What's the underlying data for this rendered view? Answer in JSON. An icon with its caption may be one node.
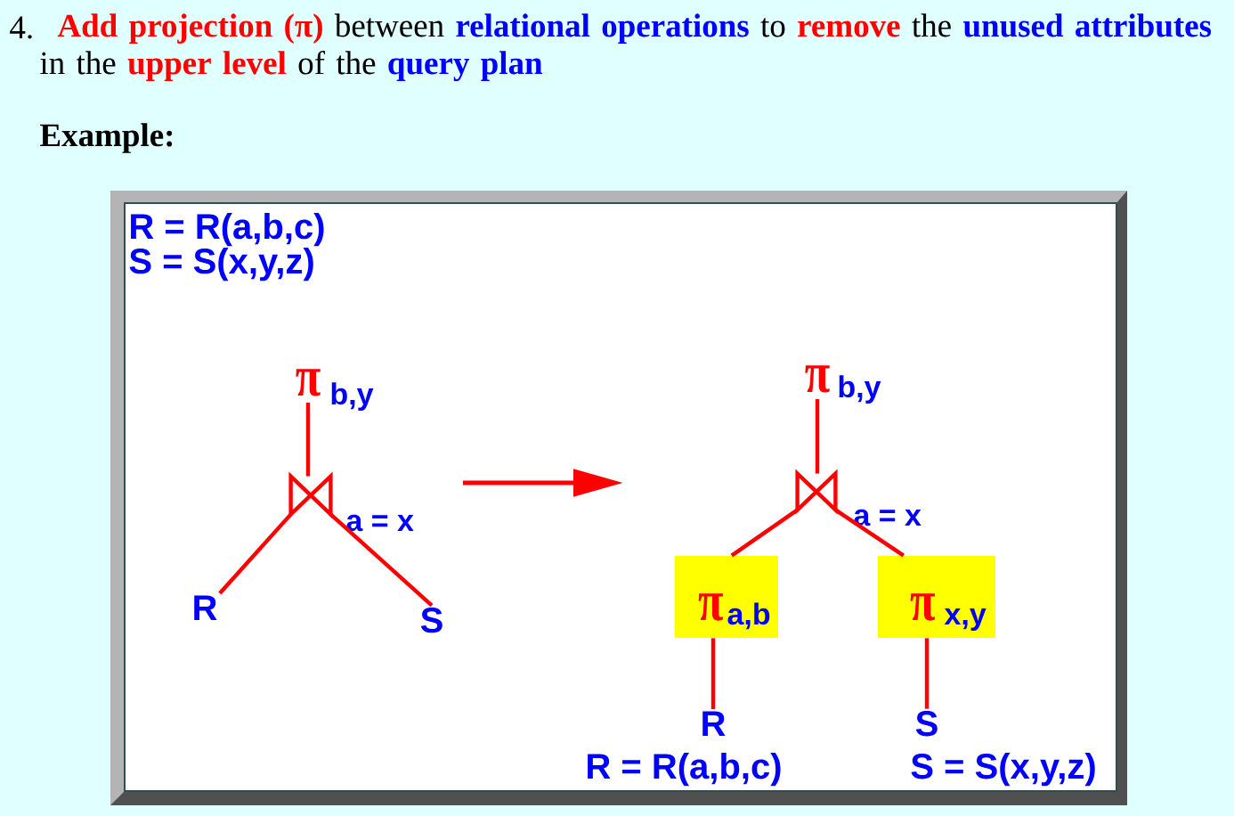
{
  "diagram": {
    "title": "**Add projection (π)** between **relational operations** to **remove** the **unused attributes** in the **upper level** of the **query plan**",
    "nodes": [
      {
        "text": [
          "R = R(a,b,c)",
          "S = S(x,y,z)"
        ]
      },
      {
        "text": [
          "π",
          "b,y"
        ],
        "in": 0
      },
      {
        "text": [],
        "shape": "bowtie",
        "beside": [
          "a = x"
        ],
        "in": 0
      },
      {
        "text": [
          "R"
        ],
        "in": 0
      },
      {
        "text": [
          "S"
        ],
        "in": 0
      },
      {
        "text": [
          "π",
          "b,y"
        ],
        "in": 0
      },
      {
        "text": [],
        "shape": "bowtie",
        "beside": [
          "a = x"
        ],
        "in": 0
      },
      {
        "text": [
          "π",
          "a,b"
        ],
        "in": 0
      },
      {
        "text": [
          "π",
          "x,y"
        ],
        "in": 0
      },
      {
        "text": [
          "R"
        ],
        "beside": [
          "R = R(a,b,c)"
        ],
        "in": 0
      },
      {
        "text": [
          "S"
        ],
        "beside": [
          "S = S(x,y,z)"
        ],
        "in": 0
      }
    ],
    "edges": [
      {
        "from": 1,
        "to": 2,
        "arrow": "none"
      },
      {
        "from": 2,
        "to": 3,
        "arrow": "none"
      },
      {
        "from": 2,
        "to": 4,
        "arrow": "none"
      },
      {
        "from": 5,
        "to": 6,
        "arrow": "none"
      },
      {
        "from": 6,
        "to": 7,
        "arrow": "none"
      },
      {
        "from": 6,
        "to": 8,
        "arrow": "none"
      },
      {
        "from": 7,
        "to": 9,
        "arrow": "none"
      },
      {
        "from": 8,
        "to": 10,
        "arrow": "none"
      }
    ],
    "labels": [
      "4.",
      "Example:"
    ]
  }
}
